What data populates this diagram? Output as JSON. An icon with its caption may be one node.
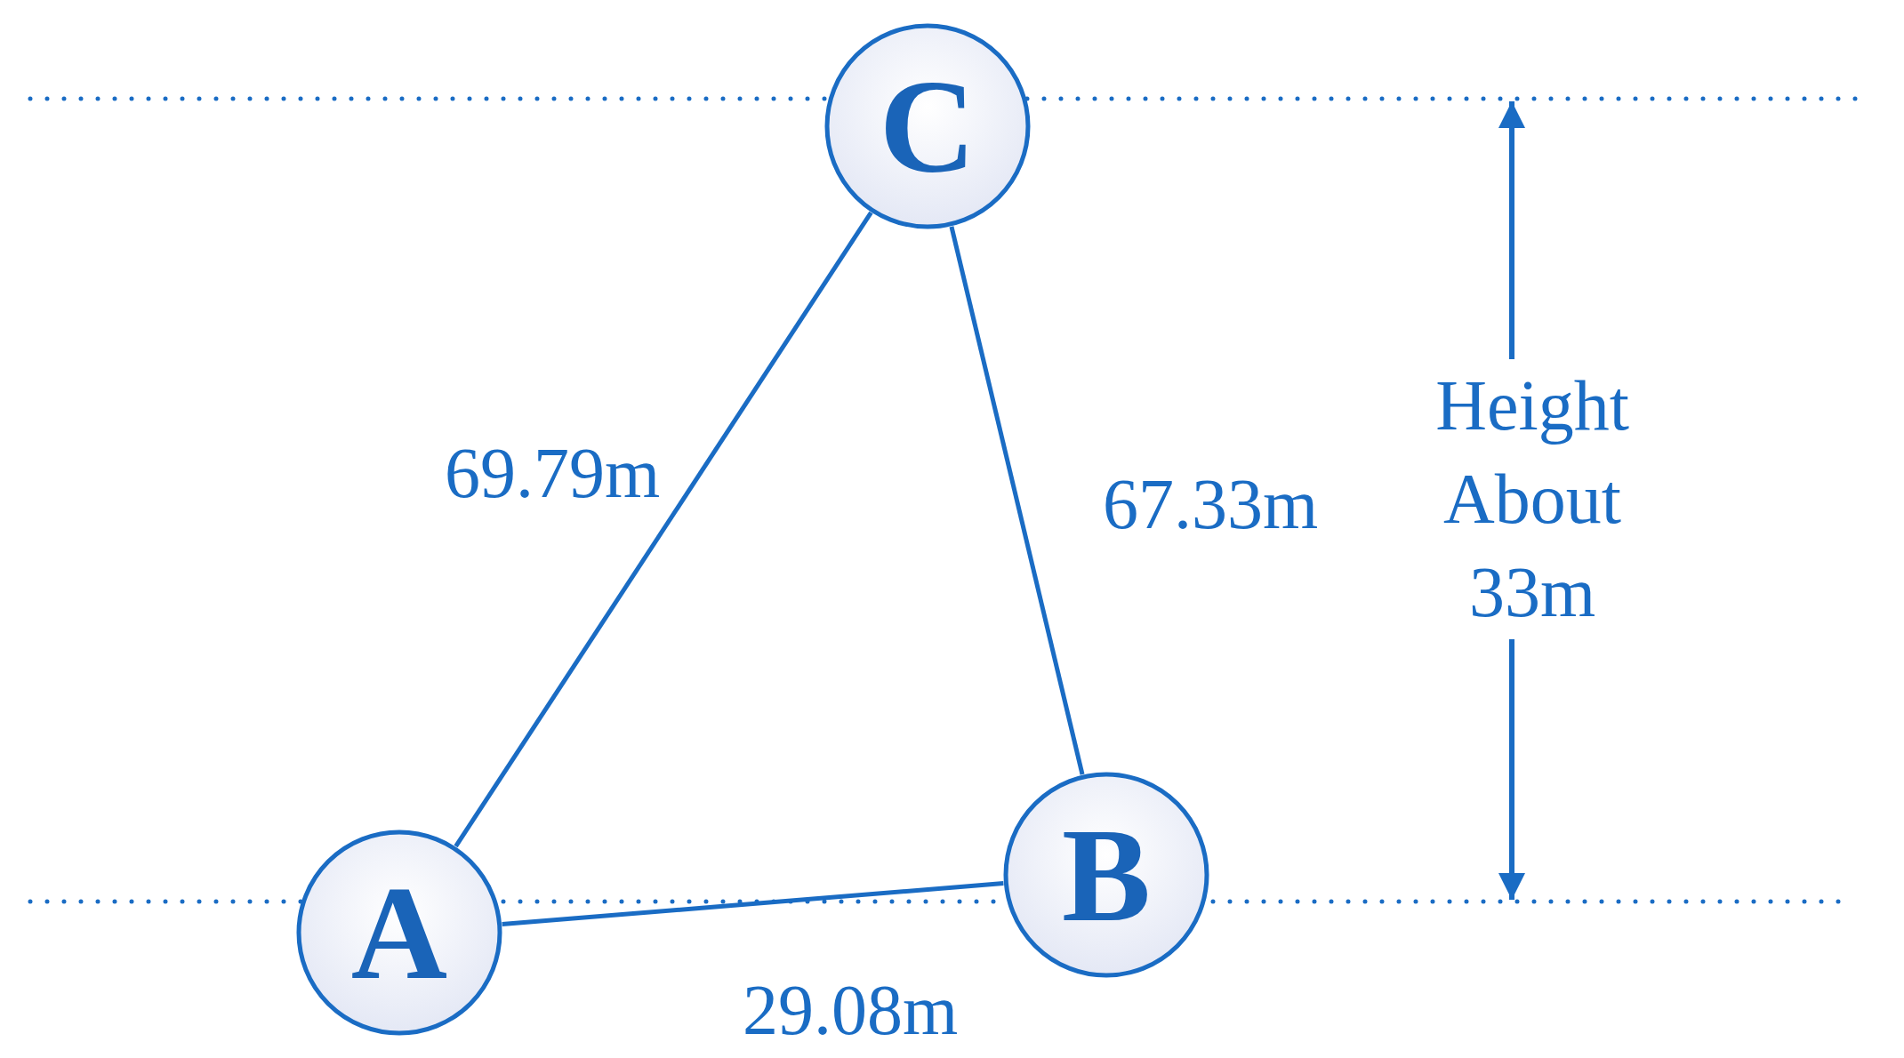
{
  "diagram": {
    "nodes": [
      {
        "text": [
          "C"
        ]
      },
      {
        "text": [
          "A"
        ]
      },
      {
        "text": [
          "B"
        ]
      }
    ],
    "edges": [
      {
        "from": 1,
        "to": 0,
        "arrow": "none",
        "label": "69.79m"
      },
      {
        "from": 0,
        "to": 2,
        "arrow": "none",
        "label": "67.33m"
      },
      {
        "from": 1,
        "to": 2,
        "arrow": "none",
        "label": "29.08m"
      }
    ],
    "labels": [
      "Height About 33m"
    ]
  }
}
